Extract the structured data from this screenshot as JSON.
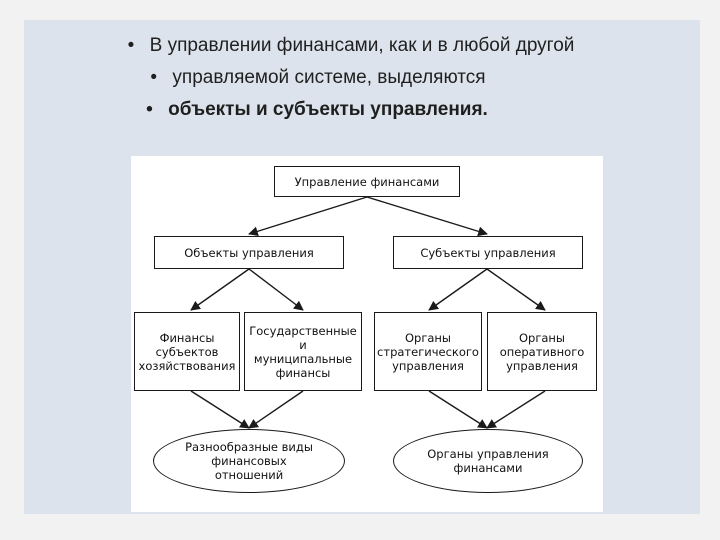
{
  "slide": {
    "bullets": [
      {
        "marker": "•",
        "text": "В управлении финансами, как и в любой другой",
        "bold": false
      },
      {
        "marker": "•",
        "text": "управляемой системе, выделяются",
        "bold": false
      },
      {
        "marker": "•",
        "text": "объекты и субъекты управления.",
        "bold": true
      }
    ]
  },
  "diagram": {
    "root": "Управление финансами",
    "objects": "Объекты управления",
    "subjects": "Субъекты управления",
    "object_leaf_1": "Финансы субъектов хозяйствования",
    "object_leaf_2": "Государственные и муниципальные финансы",
    "subject_leaf_1": "Органы стратегического управления",
    "subject_leaf_2": "Органы оперативного управления",
    "object_result": "Разнообразные виды финансовых отношений",
    "subject_result": "Органы управления финансами"
  }
}
